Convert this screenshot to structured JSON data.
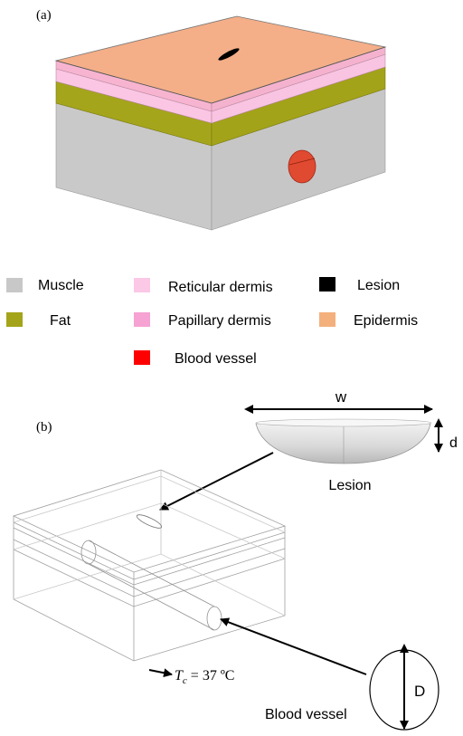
{
  "panel_a": {
    "label": "(a)",
    "legend": [
      {
        "key": "muscle",
        "label": "Muscle",
        "color": "#c8c8c8"
      },
      {
        "key": "reticular",
        "label": "Reticular dermis",
        "color": "#fbc8e6"
      },
      {
        "key": "lesion",
        "label": "Lesion",
        "color": "#000000"
      },
      {
        "key": "fat",
        "label": "Fat",
        "color": "#a4a41a"
      },
      {
        "key": "papillary",
        "label": "Papillary dermis",
        "color": "#f6a2d2"
      },
      {
        "key": "epidermis",
        "label": "Epidermis",
        "color": "#f4b07c"
      },
      {
        "key": "vessel",
        "label": "Blood vessel",
        "color": "#ff0000"
      }
    ]
  },
  "panel_b": {
    "label": "(b)",
    "width_label": "w",
    "depth_label": "d",
    "lesion_caption": "Lesion",
    "diameter_label": "D",
    "vessel_caption": "Blood vessel",
    "temp_var": "T",
    "temp_sub": "c",
    "temp_value": " = 37 ºC"
  }
}
